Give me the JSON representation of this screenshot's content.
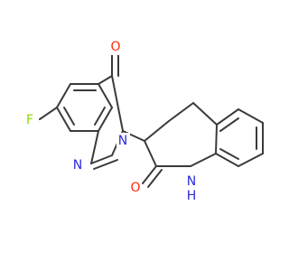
{
  "molecule": {
    "atoms": {
      "fluorine": "F",
      "carbonyl_oxygen_top": "O",
      "quinazoline_n3": "N",
      "quinazoline_n1": "N",
      "lactam_oxygen": "O",
      "lactam_nh": "N",
      "lactam_h": "H"
    },
    "colors": {
      "bond": "#3a3a3a",
      "fluorine": "#8fd400",
      "oxygen": "#ff2a0a",
      "nitrogen": "#2a2adc"
    }
  }
}
